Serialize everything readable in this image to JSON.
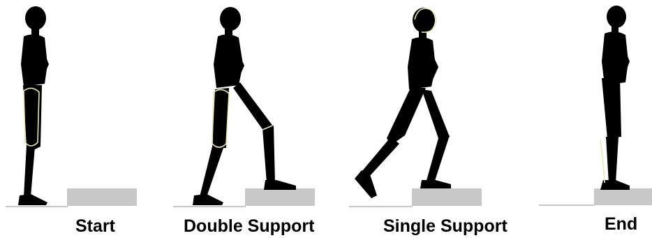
{
  "phases": [
    {
      "label": "Start"
    },
    {
      "label": "Double Support"
    },
    {
      "label": "Single Support"
    },
    {
      "label": "End"
    }
  ],
  "colors": {
    "figure": "#000000",
    "outline": "#e8e6b4",
    "step": "#c8c8c8",
    "ground": "#c8c8c8"
  }
}
